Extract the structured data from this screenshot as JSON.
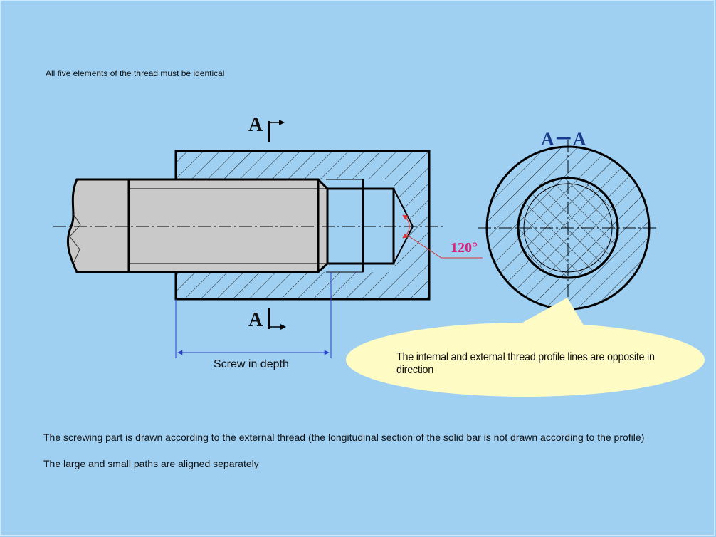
{
  "notes": {
    "top": "All five elements of the thread must be identical",
    "screwing_part": "The screwing part is drawn according to the external thread (the longitudinal section of the solid bar is not drawn according to the profile)",
    "paths": "The large and small paths are aligned separately"
  },
  "labels": {
    "section_top": "A",
    "section_bottom": "A",
    "view_title": "A－A",
    "angle": "120°",
    "dimension": "Screw in depth",
    "callout": "The internal and external thread profile lines are opposite in direction"
  },
  "colors": {
    "background": "#9fd0f2",
    "bolt_fill": "#c9c9c9",
    "angle_text": "#e0207a",
    "view_title": "#1a3a8c",
    "dimension_line": "#2a3fcf",
    "callout_fill": "#fffbc4"
  }
}
